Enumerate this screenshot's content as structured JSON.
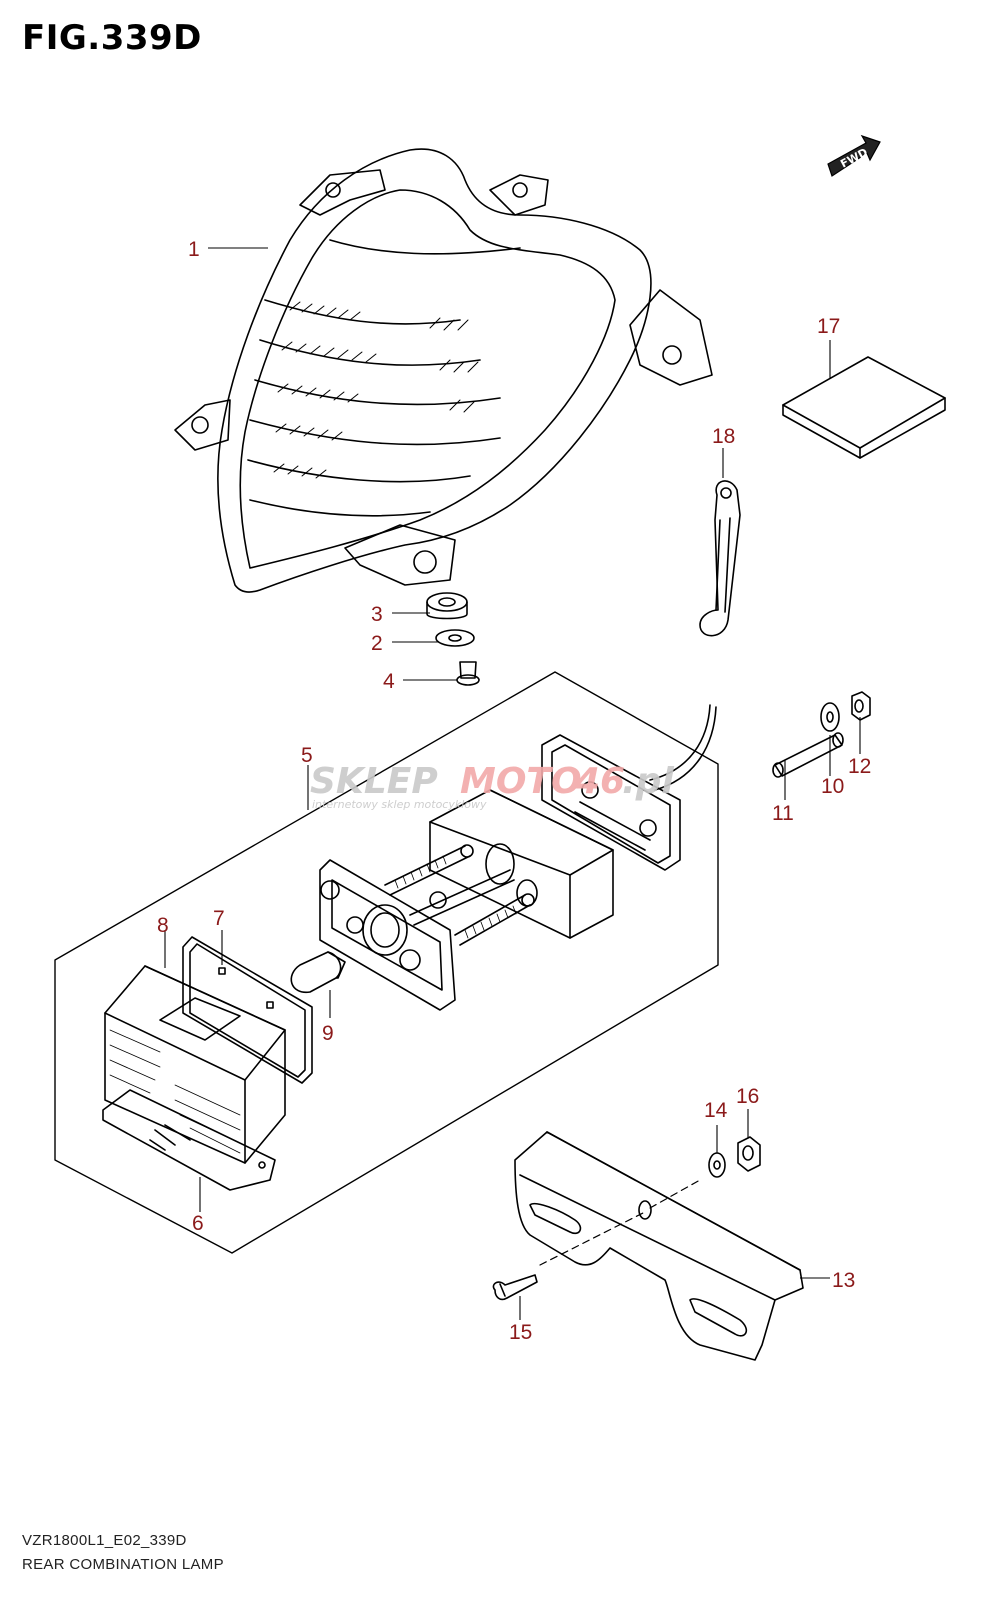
{
  "figure": {
    "title": "FIG.339D",
    "model_code": "VZR1800L1_E02_339D",
    "caption": "REAR COMBINATION LAMP"
  },
  "direction_badge": "FWD",
  "watermark": {
    "brand_part1": "SKLEP",
    "brand_part2": "MOTO",
    "brand_number": "46",
    "brand_suffix": ".pl",
    "tagline": "internetowy sklep motocyklowy"
  },
  "callouts": {
    "p1": "1",
    "p2": "2",
    "p3": "3",
    "p4": "4",
    "p5": "5",
    "p6": "6",
    "p7": "7",
    "p8": "8",
    "p9": "9",
    "p10": "10",
    "p11": "11",
    "p12": "12",
    "p13": "13",
    "p14": "14",
    "p15": "15",
    "p16": "16",
    "p17": "17",
    "p18": "18"
  },
  "colors": {
    "callout": "#8b1a1a",
    "line": "#000000",
    "watermark_grey": "#c9c9c9",
    "watermark_red": "#f2a9a9"
  }
}
